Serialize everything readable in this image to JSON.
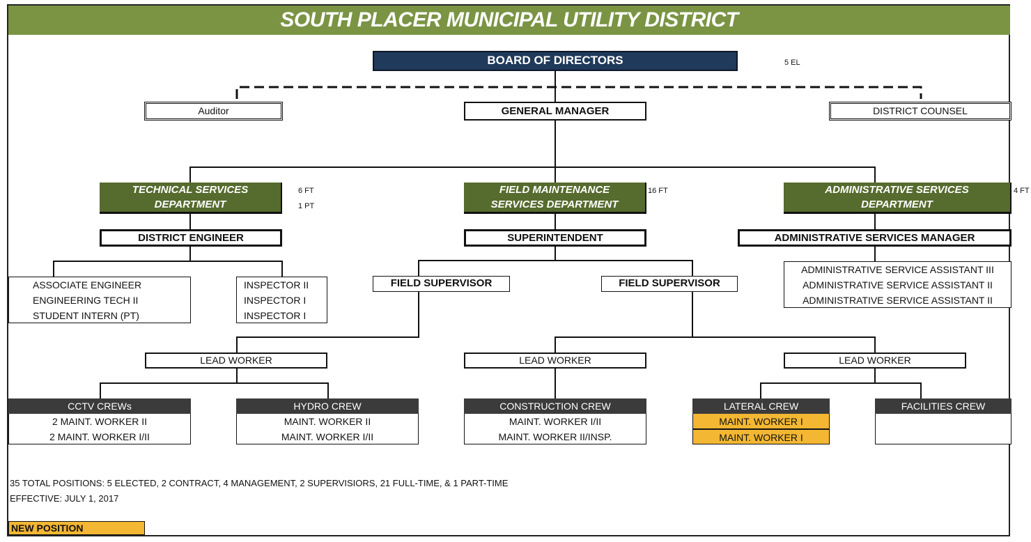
{
  "title": "SOUTH PLACER MUNICIPAL UTILITY DISTRICT",
  "board": {
    "label": "BOARD OF DIRECTORS",
    "count": "5 EL"
  },
  "auditor": "Auditor",
  "general_manager": "GENERAL MANAGER",
  "counsel": "DISTRICT COUNSEL",
  "departments": {
    "technical": {
      "line1": "TECHNICAL SERVICES",
      "line2": "DEPARTMENT",
      "count1": "6 FT",
      "count2": "1 PT",
      "head": "DISTRICT ENGINEER",
      "group_a": [
        "ASSOCIATE ENGINEER",
        "ENGINEERING TECH II",
        "STUDENT INTERN (PT)"
      ],
      "group_b": [
        "INSPECTOR II",
        "INSPECTOR I",
        "INSPECTOR I"
      ]
    },
    "field": {
      "line1": "FIELD MAINTENANCE",
      "line2": "SERVICES DEPARTMENT",
      "count1": "16 FT",
      "head": "SUPERINTENDENT",
      "supervisor_left": "FIELD SUPERVISOR",
      "supervisor_right": "FIELD SUPERVISOR"
    },
    "admin": {
      "line1": "ADMINISTRATIVE SERVICES",
      "line2": "DEPARTMENT",
      "count1": "4 FT",
      "head": "ADMINISTRATIVE SERVICES MANAGER",
      "staff": [
        "ADMINISTRATIVE SERVICE ASSISTANT III",
        "ADMINISTRATIVE SERVICE ASSISTANT II",
        "ADMINISTRATIVE SERVICE ASSISTANT II"
      ]
    }
  },
  "lead_workers": [
    "LEAD WORKER",
    "LEAD WORKER",
    "LEAD WORKER"
  ],
  "crews": {
    "cctv": {
      "name": "CCTV CREWs",
      "members": [
        "2 MAINT. WORKER II",
        "2 MAINT. WORKER I/II"
      ]
    },
    "hydro": {
      "name": "HYDRO CREW",
      "members": [
        "MAINT. WORKER II",
        "MAINT. WORKER I/II"
      ]
    },
    "construction": {
      "name": "CONSTRUCTION CREW",
      "members": [
        "MAINT. WORKER I/II",
        "MAINT. WORKER II/INSP."
      ]
    },
    "lateral": {
      "name": "LATERAL CREW",
      "members": [
        "MAINT. WORKER I",
        "MAINT. WORKER I"
      ]
    },
    "facilities": {
      "name": "FACILITIES CREW",
      "members": []
    }
  },
  "footer": {
    "totals": "35 TOTAL POSITIONS: 5 ELECTED, 2 CONTRACT, 4 MANAGEMENT, 2 SUPERVISIORS, 21 FULL-TIME, & 1 PART-TIME",
    "effective": "EFFECTIVE: JULY 1, 2017"
  },
  "legend": {
    "label": "NEW POSITION",
    "color": "#f3b733"
  },
  "colors": {
    "banner": "#7a9444",
    "board": "#1f3a5a",
    "department": "#566b2e",
    "crew_header": "#3b3b3b"
  }
}
